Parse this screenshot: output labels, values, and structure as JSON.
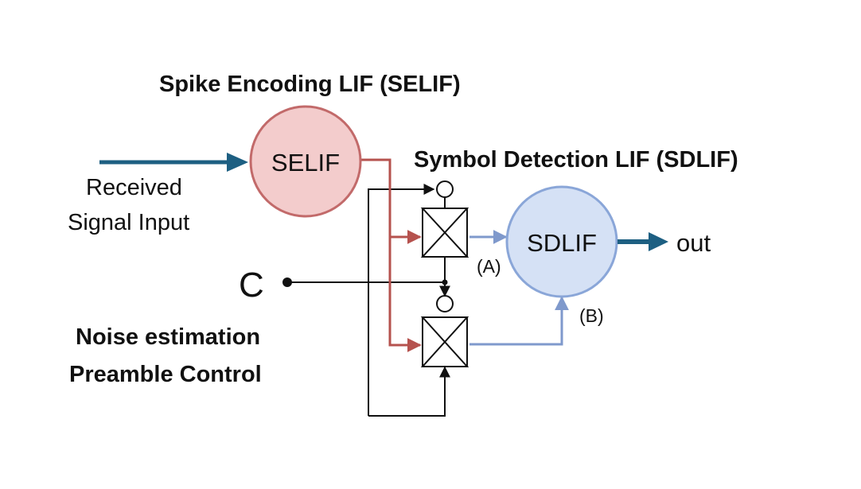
{
  "titles": {
    "selif_title": "Spike Encoding LIF (SELIF)",
    "sdlif_title": "Symbol Detection LIF (SDLIF)",
    "control_line1": "Noise estimation",
    "control_line2": "Preamble Control"
  },
  "nodes": {
    "selif": "SELIF",
    "sdlif": "SDLIF"
  },
  "labels": {
    "input_line1": "Received",
    "input_line2": "Signal Input",
    "control_terminal": "C",
    "output": "out",
    "port_a": "(A)",
    "port_b": "(B)"
  },
  "colors": {
    "selif_fill": "#f3cccc",
    "selif_stroke": "#c26a6a",
    "sdlif_fill": "#d5e1f5",
    "sdlif_stroke": "#8aa6d8",
    "spike_wire": "#b5524e",
    "detect_wire": "#7f99cc",
    "io_arrow": "#1d5f82",
    "control_wire": "#111111"
  }
}
